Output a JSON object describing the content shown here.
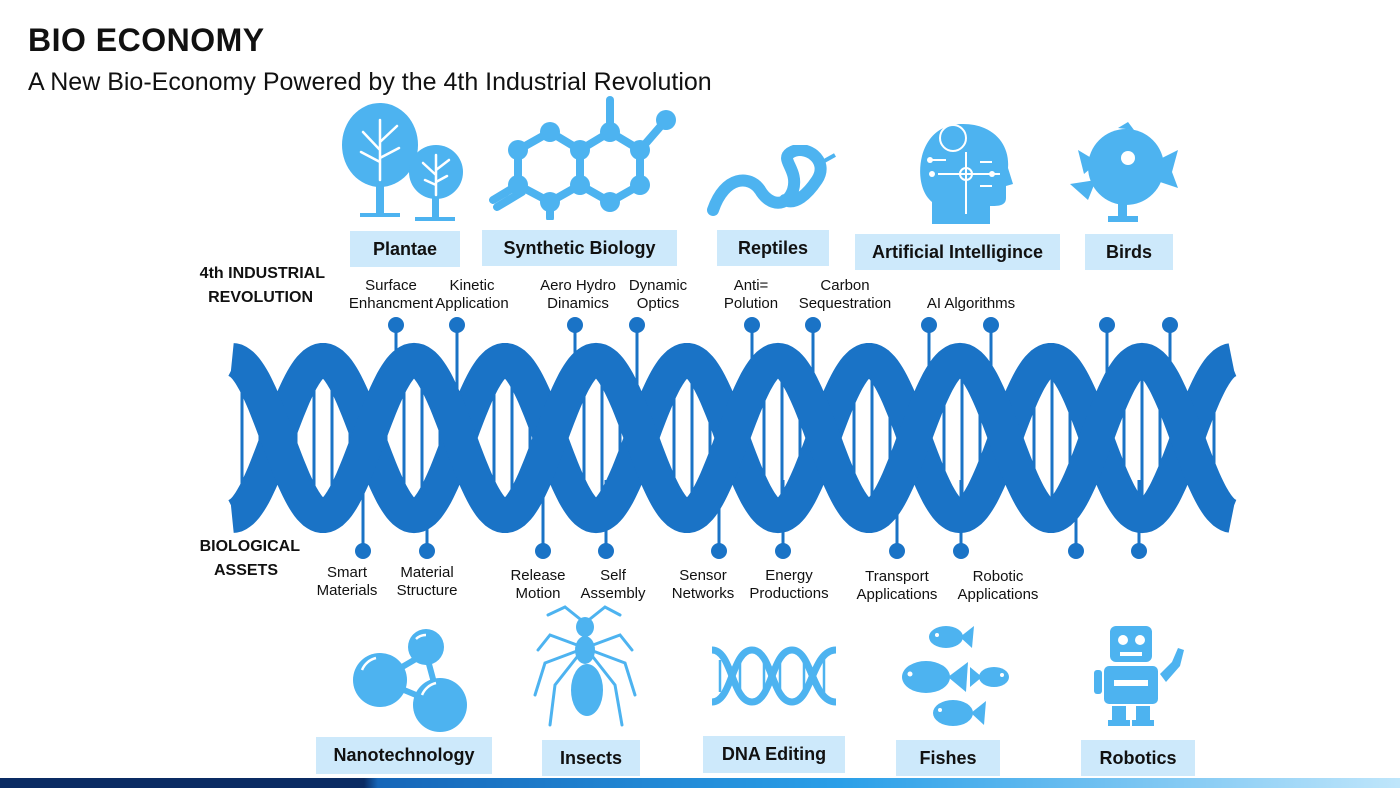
{
  "title": "BIO ECONOMY",
  "subtitle": "A New Bio-Economy Powered by the 4th Industrial Revolution",
  "side_labels": {
    "top_line1": "4th INDUSTRIAL",
    "top_line2": "REVOLUTION",
    "bottom_line1": "BIOLOGICAL",
    "bottom_line2": "ASSETS"
  },
  "top_categories": [
    "Plantae",
    "Synthetic Biology",
    "Reptiles",
    "Artificial Intelligince",
    "Birds"
  ],
  "bottom_categories": [
    "Nanotechnology",
    "Insects",
    "DNA Editing",
    "Fishes",
    "Robotics"
  ],
  "top_items": [
    {
      "line1": "Surface",
      "line2": "Enhancment"
    },
    {
      "line1": "Kinetic",
      "line2": "Application"
    },
    {
      "line1": "Aero Hydro",
      "line2": "Dinamics"
    },
    {
      "line1": "Dynamic",
      "line2": "Optics"
    },
    {
      "line1": "Anti=",
      "line2": "Polution"
    },
    {
      "line1": "Carbon",
      "line2": "Sequestration"
    },
    {
      "line1": "AI Algorithms",
      "line2": ""
    }
  ],
  "bottom_items": [
    {
      "line1": "Smart",
      "line2": "Materials"
    },
    {
      "line1": "Material",
      "line2": "Structure"
    },
    {
      "line1": "Release",
      "line2": "Motion"
    },
    {
      "line1": "Self",
      "line2": "Assembly"
    },
    {
      "line1": "Sensor",
      "line2": "Networks"
    },
    {
      "line1": "Energy",
      "line2": "Productions"
    },
    {
      "line1": "Transport",
      "line2": "Applications"
    },
    {
      "line1": "Robotic",
      "line2": "Applications"
    }
  ],
  "icons": {
    "top": [
      "trees-icon",
      "molecule-icon",
      "snake-icon",
      "ai-head-icon",
      "bird-icon"
    ],
    "bottom": [
      "nano-molecule-icon",
      "ant-icon",
      "dna-icon",
      "fishes-icon",
      "robot-icon"
    ]
  },
  "colors": {
    "dna": "#1a73c6",
    "icon": "#4db3f0",
    "box": "#cde9fb"
  }
}
